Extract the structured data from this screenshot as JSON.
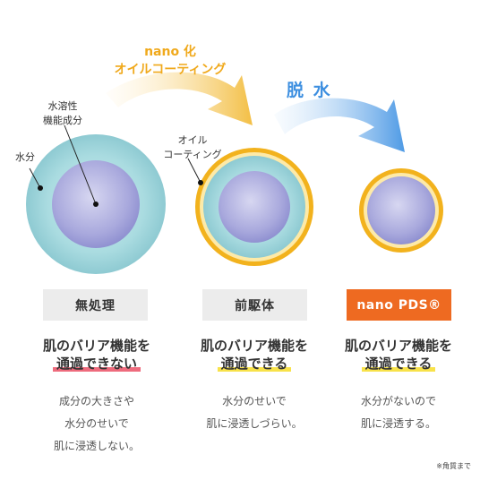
{
  "arrow1_label": [
    "nano 化",
    "オイルコーティング"
  ],
  "arrow2_label": "脱 水",
  "annotations": {
    "water_soluble": [
      "水溶性",
      "機能成分"
    ],
    "water": "水分",
    "oil_coating": [
      "オイル",
      "コーティング"
    ]
  },
  "columns": [
    {
      "label": "無処理",
      "headline1": "肌のバリア機能を",
      "headline2": "通過できない",
      "headline2_mark": "※",
      "desc": [
        "成分の大きさや",
        "水分のせいで",
        "肌に浸透しない。"
      ],
      "underline_color": "#ee6b7d"
    },
    {
      "label": "前駆体",
      "headline1": "肌のバリア機能を",
      "headline2": "通過できる",
      "headline2_mark": "※",
      "desc": [
        "水分のせいで",
        "肌に浸透しづらい。"
      ],
      "underline_color": "#f8e24a"
    },
    {
      "label": "nano PDS®",
      "headline1": "肌のバリア機能を",
      "headline2": "通過できる",
      "headline2_mark": "※",
      "desc": [
        "水分がないので",
        "肌に浸透する。"
      ],
      "underline_color": "#f8e24a"
    }
  ],
  "footnote": "※角質まで",
  "colors": {
    "water": "#a9dbe0",
    "core": "#a7a8dc",
    "coating": "#f2b21d",
    "accent": "#ee6a21",
    "arrow_gold": "#f4c451",
    "arrow_blue": "#5ba2e6"
  }
}
